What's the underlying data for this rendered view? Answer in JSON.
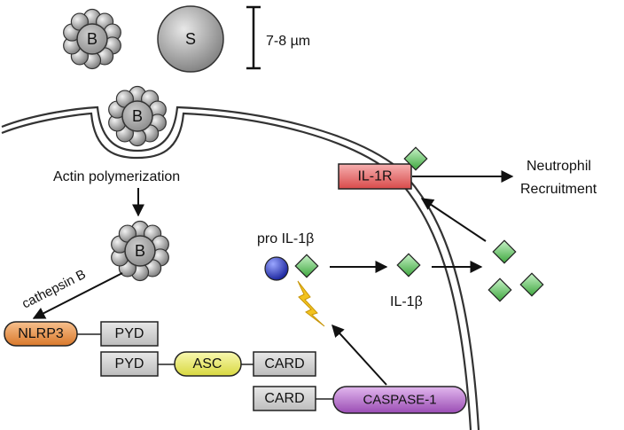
{
  "particles": {
    "bead_letter": "B",
    "sphere_letter": "S",
    "scale_label": "7-8 µm"
  },
  "labels": {
    "actin": "Actin polymerization",
    "cathepsin": "cathepsin B",
    "pro_il1b": "pro IL-1β",
    "il1b": "IL-1β",
    "neutrophil_line1": "Neutrophil",
    "neutrophil_line2": "Recruitment"
  },
  "boxes": {
    "il1r": "IL-1R",
    "nlrp3": "NLRP3",
    "pyd_1": "PYD",
    "pyd_2": "PYD",
    "asc": "ASC",
    "card_1": "CARD",
    "card_2": "CARD",
    "caspase": "CASPASE-1"
  },
  "colors": {
    "il1r": "#e06666",
    "nlrp3": "#e6914a",
    "asc": "#e8e860",
    "caspase": "#b06cc4",
    "diamond": "#6cc46c",
    "pro_sphere": "#3a45c8",
    "lightning": "#f2c21e"
  }
}
